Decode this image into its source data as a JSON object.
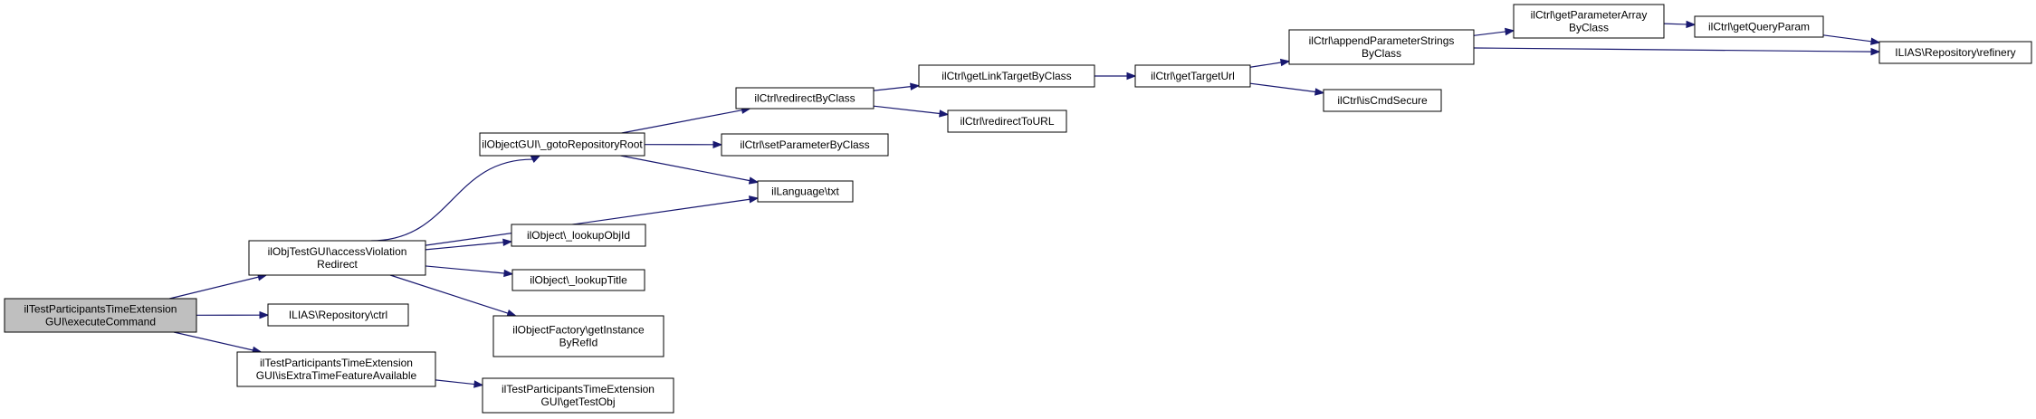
{
  "diagram": {
    "type": "call-graph",
    "colors": {
      "edge": "#191970",
      "node_border": "#000000",
      "root_fill": "#bfbfbf",
      "node_fill": "#ffffff"
    },
    "nodes": [
      {
        "id": "root",
        "root": true,
        "lines": [
          "ilTestParticipantsTimeExtension",
          "GUI\\executeCommand"
        ]
      },
      {
        "id": "accessViolation",
        "lines": [
          "ilObjTestGUI\\accessViolation",
          "Redirect"
        ]
      },
      {
        "id": "ctrl",
        "lines": [
          "ILIAS\\Repository\\ctrl"
        ]
      },
      {
        "id": "isExtraTime",
        "lines": [
          "ilTestParticipantsTimeExtension",
          "GUI\\isExtraTimeFeatureAvailable"
        ]
      },
      {
        "id": "getTestObj",
        "lines": [
          "ilTestParticipantsTimeExtension",
          "GUI\\getTestObj"
        ]
      },
      {
        "id": "gotoRepo",
        "lines": [
          "ilObjectGUI\\_gotoRepositoryRoot"
        ]
      },
      {
        "id": "txt",
        "lines": [
          "ilLanguage\\txt"
        ]
      },
      {
        "id": "lookupObjId",
        "lines": [
          "ilObject\\_lookupObjId"
        ]
      },
      {
        "id": "lookupTitle",
        "lines": [
          "ilObject\\_lookupTitle"
        ]
      },
      {
        "id": "getInstance",
        "lines": [
          "ilObjectFactory\\getInstance",
          "ByRefId"
        ]
      },
      {
        "id": "redirectByClass",
        "lines": [
          "ilCtrl\\redirectByClass"
        ]
      },
      {
        "id": "setParam",
        "lines": [
          "ilCtrl\\setParameterByClass"
        ]
      },
      {
        "id": "getLinkTarget",
        "lines": [
          "ilCtrl\\getLinkTargetByClass"
        ]
      },
      {
        "id": "redirectToURL",
        "lines": [
          "ilCtrl\\redirectToURL"
        ]
      },
      {
        "id": "getTargetUrl",
        "lines": [
          "ilCtrl\\getTargetUrl"
        ]
      },
      {
        "id": "appendParam",
        "lines": [
          "ilCtrl\\appendParameterStrings",
          "ByClass"
        ]
      },
      {
        "id": "isCmdSecure",
        "lines": [
          "ilCtrl\\isCmdSecure"
        ]
      },
      {
        "id": "getParamArray",
        "lines": [
          "ilCtrl\\getParameterArray",
          "ByClass"
        ]
      },
      {
        "id": "getQueryParam",
        "lines": [
          "ilCtrl\\getQueryParam"
        ]
      },
      {
        "id": "refinery",
        "lines": [
          "ILIAS\\Repository\\refinery"
        ]
      }
    ],
    "edges": [
      {
        "from": "root",
        "to": "accessViolation"
      },
      {
        "from": "root",
        "to": "ctrl"
      },
      {
        "from": "root",
        "to": "isExtraTime"
      },
      {
        "from": "isExtraTime",
        "to": "getTestObj"
      },
      {
        "from": "accessViolation",
        "to": "gotoRepo"
      },
      {
        "from": "accessViolation",
        "to": "txt"
      },
      {
        "from": "accessViolation",
        "to": "lookupObjId"
      },
      {
        "from": "accessViolation",
        "to": "lookupTitle"
      },
      {
        "from": "accessViolation",
        "to": "getInstance"
      },
      {
        "from": "gotoRepo",
        "to": "redirectByClass"
      },
      {
        "from": "gotoRepo",
        "to": "setParam"
      },
      {
        "from": "gotoRepo",
        "to": "txt"
      },
      {
        "from": "redirectByClass",
        "to": "getLinkTarget"
      },
      {
        "from": "redirectByClass",
        "to": "redirectToURL"
      },
      {
        "from": "getLinkTarget",
        "to": "getTargetUrl"
      },
      {
        "from": "getTargetUrl",
        "to": "appendParam"
      },
      {
        "from": "getTargetUrl",
        "to": "isCmdSecure"
      },
      {
        "from": "appendParam",
        "to": "getParamArray"
      },
      {
        "from": "appendParam",
        "to": "refinery"
      },
      {
        "from": "getParamArray",
        "to": "getQueryParam"
      },
      {
        "from": "getQueryParam",
        "to": "refinery"
      }
    ]
  }
}
